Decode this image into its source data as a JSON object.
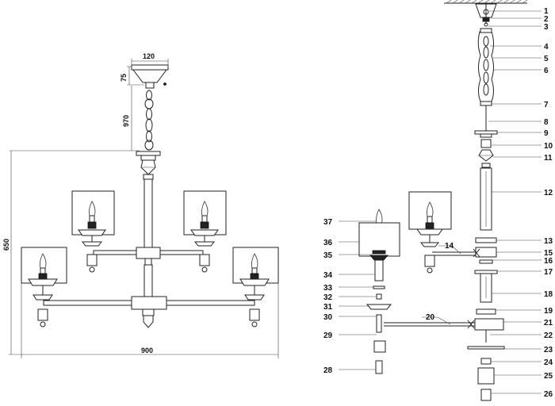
{
  "dimensions": {
    "canopy_width": "120",
    "canopy_height": "75",
    "chain_length": "970",
    "body_height": "650",
    "overall_width": "900"
  },
  "part_numbers": [
    "1",
    "2",
    "3",
    "4",
    "5",
    "6",
    "7",
    "8",
    "9",
    "10",
    "11",
    "12",
    "13",
    "14",
    "15",
    "16",
    "17",
    "18",
    "19",
    "20",
    "21",
    "22",
    "23",
    "24",
    "25",
    "26",
    "28",
    "29",
    "30",
    "31",
    "32",
    "33",
    "34",
    "35",
    "36",
    "37"
  ]
}
